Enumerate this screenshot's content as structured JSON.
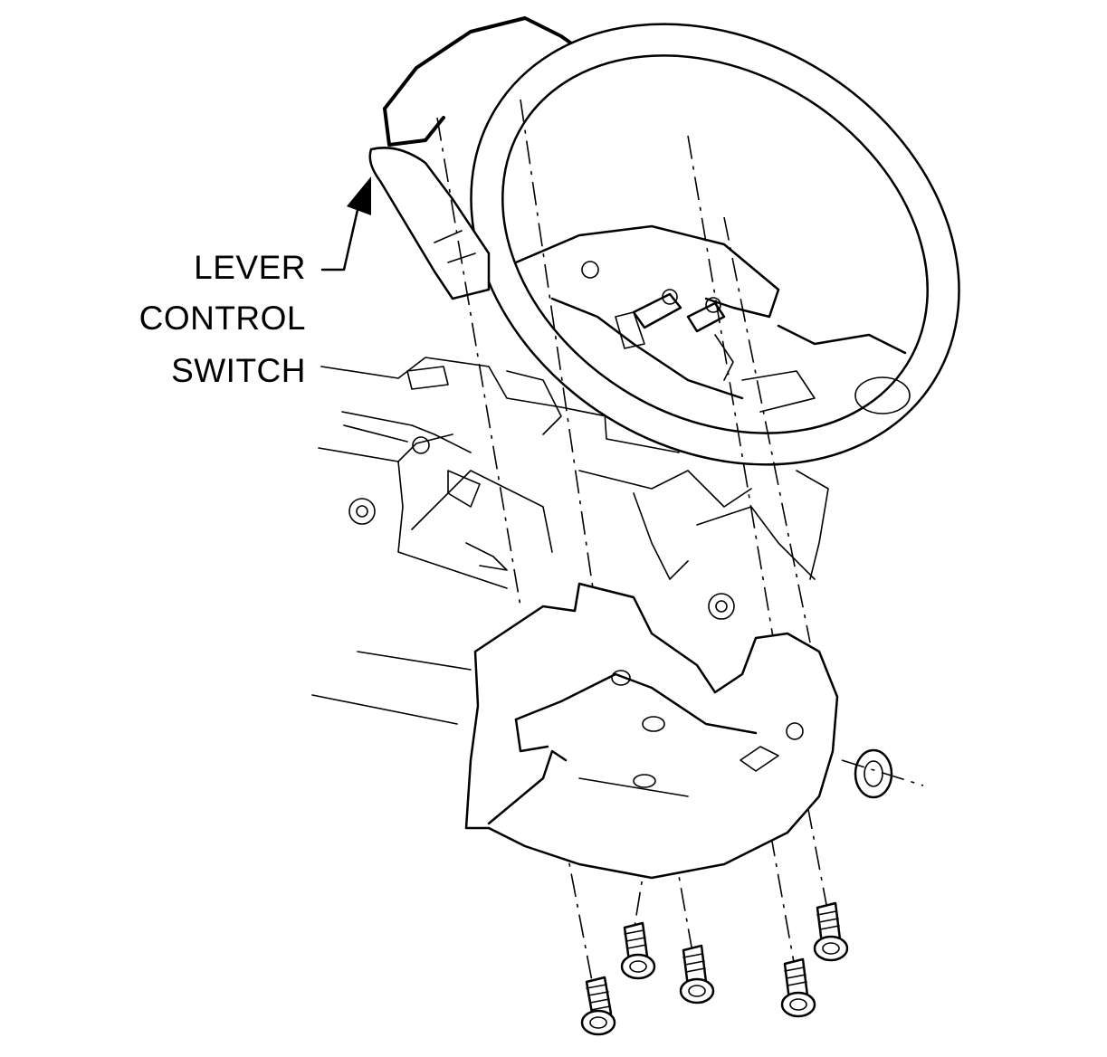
{
  "figure": {
    "callout": {
      "line1": "LEVER",
      "line2": "CONTROL",
      "line3": "SWITCH"
    },
    "colors": {
      "line": "#000000",
      "background": "#ffffff"
    }
  }
}
